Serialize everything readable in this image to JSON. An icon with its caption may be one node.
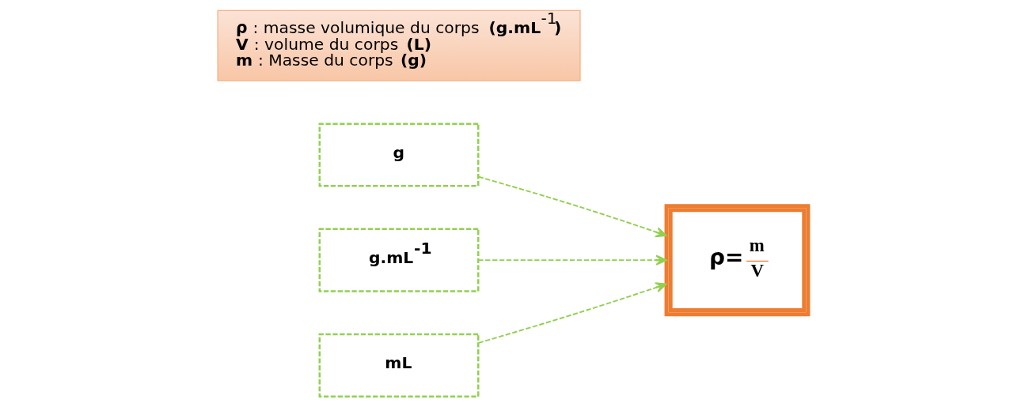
{
  "diagram": {
    "nodes": [
      {
        "text": [
          "ρ=",
          "m",
          "V"
        ]
      },
      {
        "text": [
          "g"
        ]
      },
      {
        "text": [
          "g.mL$^{-1}$"
        ]
      },
      {
        "text": [
          "mL"
        ]
      },
      {
        "text": [
          "**ρ** : masse volumique du corps **(g.mL**$^{-1}$**)**",
          "**V** : volume du corps **(L)**",
          "**m** : Masse du corps **(g)**"
        ]
      }
    ],
    "edges": [
      {
        "from": 1,
        "to": 0,
        "arrow": "to",
        "style": "dashed"
      },
      {
        "from": 2,
        "to": 0,
        "arrow": "to",
        "style": "dashed"
      },
      {
        "from": 3,
        "to": 0,
        "arrow": "to",
        "style": "dashed"
      }
    ]
  }
}
